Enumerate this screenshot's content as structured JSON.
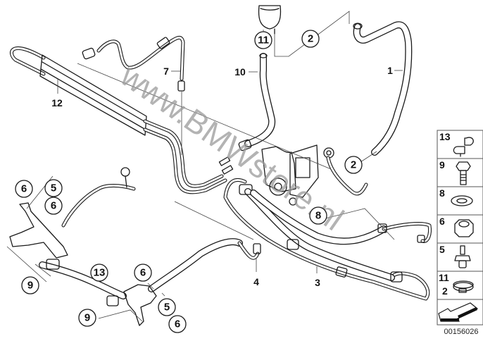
{
  "diagram": {
    "type": "exploded-parts-diagram",
    "subject": "Power steering hoses / oil cooler lines",
    "diagram_id": "00156026",
    "watermark": "www.BMWstore.nl"
  },
  "callouts": [
    {
      "id": "c-1",
      "label": "1",
      "style": "plain"
    },
    {
      "id": "c-2a",
      "label": "2",
      "style": "circled"
    },
    {
      "id": "c-2b",
      "label": "2",
      "style": "circled"
    },
    {
      "id": "c-3",
      "label": "3",
      "style": "plain"
    },
    {
      "id": "c-4",
      "label": "4",
      "style": "plain"
    },
    {
      "id": "c-5a",
      "label": "5",
      "style": "circled"
    },
    {
      "id": "c-5b",
      "label": "5",
      "style": "circled"
    },
    {
      "id": "c-6a",
      "label": "6",
      "style": "circled"
    },
    {
      "id": "c-6b",
      "label": "6",
      "style": "circled"
    },
    {
      "id": "c-6c",
      "label": "6",
      "style": "circled"
    },
    {
      "id": "c-6d",
      "label": "6",
      "style": "circled"
    },
    {
      "id": "c-7",
      "label": "7",
      "style": "plain"
    },
    {
      "id": "c-8",
      "label": "8",
      "style": "circled"
    },
    {
      "id": "c-9a",
      "label": "9",
      "style": "circled"
    },
    {
      "id": "c-9b",
      "label": "9",
      "style": "circled"
    },
    {
      "id": "c-10",
      "label": "10",
      "style": "plain"
    },
    {
      "id": "c-11",
      "label": "11",
      "style": "circled"
    },
    {
      "id": "c-12",
      "label": "12",
      "style": "plain"
    },
    {
      "id": "c-13",
      "label": "13",
      "style": "circled"
    }
  ],
  "legend": {
    "items": [
      {
        "numbers": [
          "13"
        ],
        "part": "clamp-bracket",
        "icon": "hose-clamp-bracket-icon"
      },
      {
        "numbers": [
          "9"
        ],
        "part": "hex-bolt",
        "icon": "hex-bolt-icon"
      },
      {
        "numbers": [
          "8"
        ],
        "part": "washer",
        "icon": "washer-icon"
      },
      {
        "numbers": [
          "6"
        ],
        "part": "hex-nut",
        "icon": "hex-nut-icon"
      },
      {
        "numbers": [
          "5"
        ],
        "part": "stud-bolt",
        "icon": "stud-bolt-icon"
      },
      {
        "numbers": [
          "11",
          "2"
        ],
        "part": "hose-clamp",
        "icon": "hose-clamp-icon"
      },
      {
        "numbers": [],
        "part": "direction-arrow",
        "icon": "front-direction-arrow-icon"
      }
    ]
  }
}
